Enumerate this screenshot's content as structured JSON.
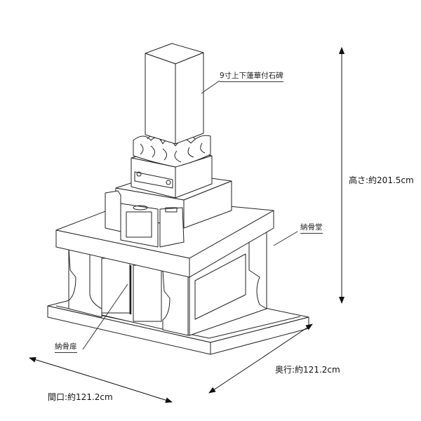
{
  "labels": {
    "monument": "9寸上下蓮華付石碑",
    "ossuary": "納骨堂",
    "ossuary_door": "納骨扉"
  },
  "dimensions": {
    "height": "高さ:約201.5cm",
    "depth": "奥行:約121.2cm",
    "width": "間口:約121.2cm"
  }
}
